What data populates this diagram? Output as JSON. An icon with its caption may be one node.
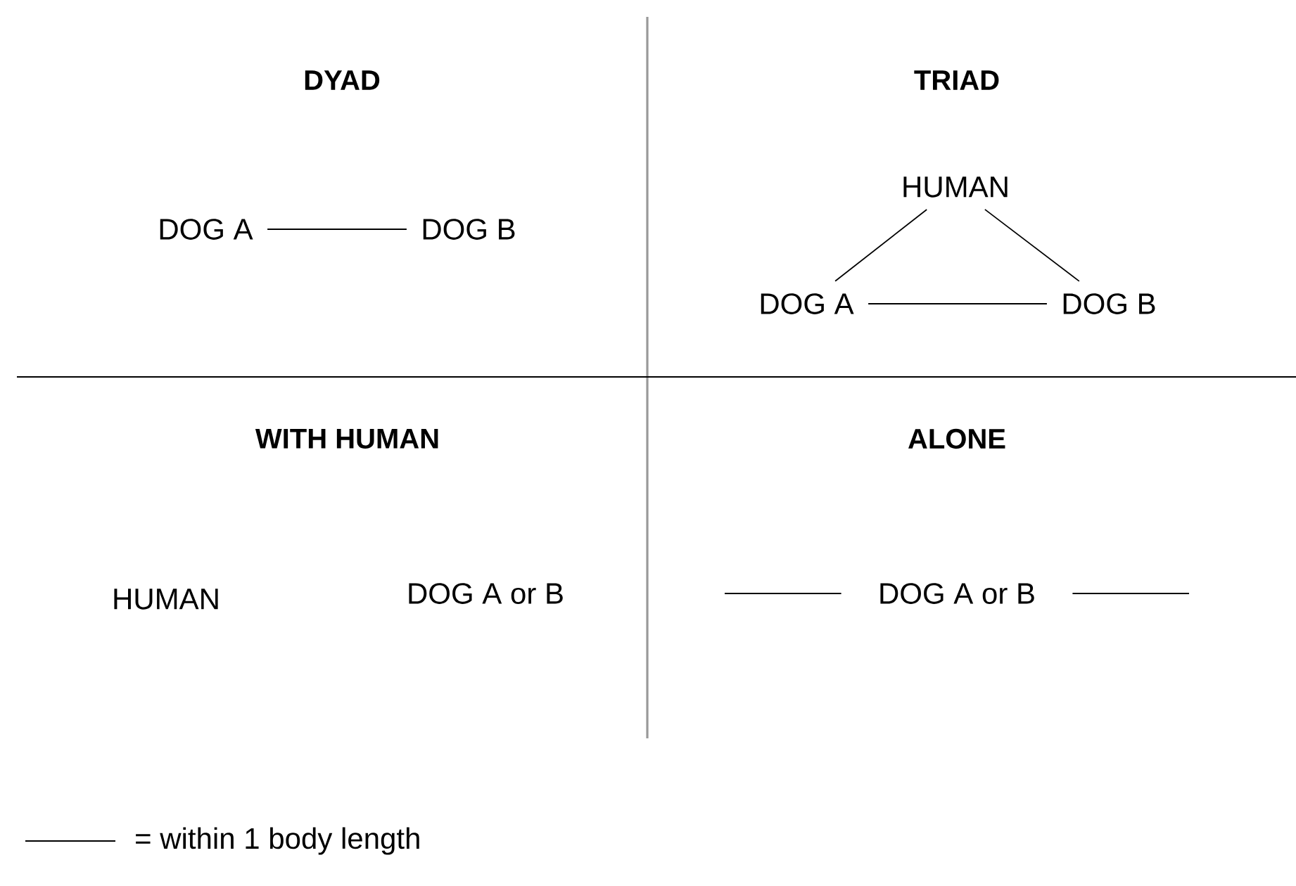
{
  "diagram": {
    "nodes": [
      {
        "text": [
          "DOG A"
        ]
      },
      {
        "text": [
          "DOG B"
        ]
      },
      {
        "text": [
          "HUMAN"
        ]
      },
      {
        "text": [
          "DOG A"
        ]
      },
      {
        "text": [
          "DOG B"
        ]
      },
      {
        "text": [
          "HUMAN"
        ]
      },
      {
        "text": [
          "DOG A or B"
        ]
      },
      {
        "text": [
          "DOG A or B"
        ]
      }
    ],
    "edges": [
      {
        "from": 0,
        "to": 1,
        "arrow": "none"
      },
      {
        "from": 2,
        "to": 3,
        "arrow": "none"
      },
      {
        "from": 2,
        "to": 4,
        "arrow": "none"
      },
      {
        "from": 3,
        "to": 4,
        "arrow": "none"
      },
      {
        "from": null,
        "to": 7,
        "arrow": "none"
      },
      {
        "from": 7,
        "to": null,
        "arrow": "none"
      }
    ],
    "labels": [
      "DYAD",
      "TRIAD",
      "WITH HUMAN",
      "ALONE"
    ],
    "legend": [
      {
        "text": "= within 1 body length"
      }
    ]
  }
}
